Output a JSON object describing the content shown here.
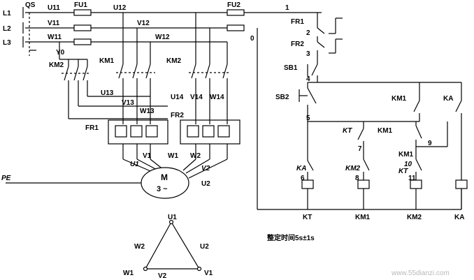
{
  "diagram": {
    "supply": {
      "phases": [
        "L1",
        "L2",
        "L3"
      ],
      "switch": "QS",
      "fuse_main": "FU1",
      "fuse_ctrl": "FU2",
      "pe": "PE"
    },
    "lines": {
      "u11": "U11",
      "v11": "V11",
      "w11": "W11",
      "u12": "U12",
      "v12": "V12",
      "w12": "W12"
    },
    "contactors": {
      "km1": "KM1",
      "km2": "KM2",
      "y0": "Y0"
    },
    "star": {
      "u13": "U13",
      "v13": "V13",
      "w13": "W13"
    },
    "delta": {
      "u14": "U14",
      "v14": "V14",
      "w14": "W14"
    },
    "relays": {
      "fr1": "FR1",
      "fr2": "FR2"
    },
    "motor": {
      "name": "M",
      "spec": "3 ~",
      "u1": "U1",
      "v1": "V1",
      "w1": "W1",
      "u2": "U2",
      "v2": "V2",
      "w2": "W2"
    },
    "control": {
      "nodes": [
        "1",
        "2",
        "3",
        "4",
        "5",
        "6",
        "7",
        "8",
        "9",
        "10",
        "11",
        "0"
      ],
      "sb1": "SB1",
      "sb2": "SB2",
      "kt": "KT",
      "km1": "KM1",
      "km2": "KM2",
      "ka": "KA",
      "fr1": "FR1",
      "fr2": "FR2"
    },
    "coils": [
      "KT",
      "KM1",
      "KM2",
      "KA"
    ],
    "delta_labels": {
      "top": "U1",
      "left": "W2",
      "right": "U2",
      "bl": "W1",
      "br": "V1",
      "bottom": "V2"
    },
    "note": "整定时间5s±1s",
    "watermark": "www.55dianzi.com"
  }
}
